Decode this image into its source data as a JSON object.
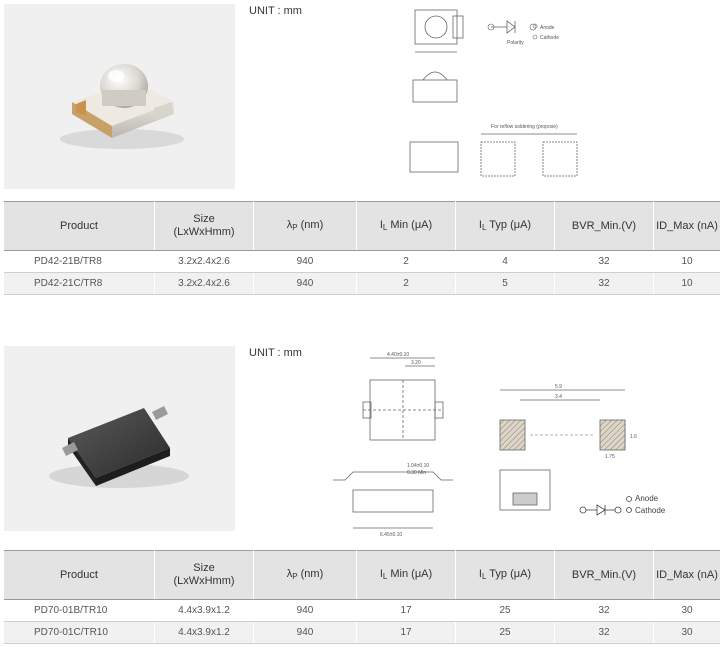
{
  "sections": [
    {
      "unit_label": "UNIT : mm",
      "drawing": {
        "legend_anode": "Anode",
        "legend_cathode": "Cathode",
        "polarity_label": "Polarity",
        "reflow_label": "For reflow soldering (propose)"
      },
      "table": {
        "headers": {
          "product": "Product",
          "size_line1": "Size",
          "size_line2": "(LxWxHmm)",
          "wavelength": "(nm)",
          "il_min": "Min (μA)",
          "il_typ": "Typ (μA)",
          "bvr": "BVR_Min.(V)",
          "id_max": "ID_Max (nA)"
        },
        "rows": [
          [
            "PD42-21B/TR8",
            "3.2x2.4x2.6",
            "940",
            "2",
            "4",
            "32",
            "10"
          ],
          [
            "PD42-21C/TR8",
            "3.2x2.4x2.6",
            "940",
            "2",
            "5",
            "32",
            "10"
          ]
        ]
      }
    },
    {
      "unit_label": "UNIT : mm",
      "drawing": {
        "legend_anode": "Anode",
        "legend_cathode": "Cathode",
        "dim_top": "4.40±0.10",
        "dim_top2": "3.20",
        "dim_pad": "5.9",
        "dim_pad2": "3.4",
        "dim_side": "1.6",
        "dim_small": "1.75",
        "dim_bottom": "6.45±0.10",
        "dim_b2": "1.04±0.10",
        "dim_b3": "0.30 Min"
      },
      "table": {
        "headers": {
          "product": "Product",
          "size_line1": "Size",
          "size_line2": "(LxWxHmm)",
          "wavelength": "(nm)",
          "il_min": "Min (μA)",
          "il_typ": "Typ (μA)",
          "bvr": "BVR_Min.(V)",
          "id_max": "ID_Max (nA)"
        },
        "rows": [
          [
            "PD70-01B/TR10",
            "4.4x3.9x1.2",
            "940",
            "17",
            "25",
            "32",
            "30"
          ],
          [
            "PD70-01C/TR10",
            "4.4x3.9x1.2",
            "940",
            "17",
            "25",
            "32",
            "30"
          ]
        ]
      }
    }
  ]
}
